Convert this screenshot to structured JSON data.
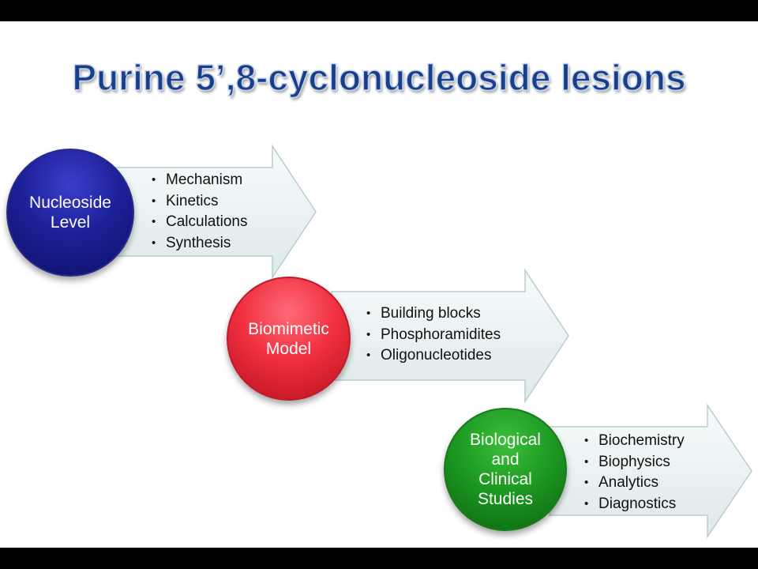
{
  "title": "Purine 5’,8-cyclonucleoside lesions",
  "stages": [
    {
      "label": "Nucleoside\nLevel",
      "color": "#1d2198",
      "items": [
        "Mechanism",
        "Kinetics",
        "Calculations",
        "Synthesis"
      ]
    },
    {
      "label": "Biomimetic\nModel",
      "color": "#f03040",
      "items": [
        "Building blocks",
        "Phosphoramidites",
        "Oligonucleotides"
      ]
    },
    {
      "label": "Biological\nand\nClinical\nStudies",
      "color": "#1d9a22",
      "items": [
        "Biochemistry",
        "Biophysics",
        "Analytics",
        "Diagnostics"
      ]
    }
  ]
}
